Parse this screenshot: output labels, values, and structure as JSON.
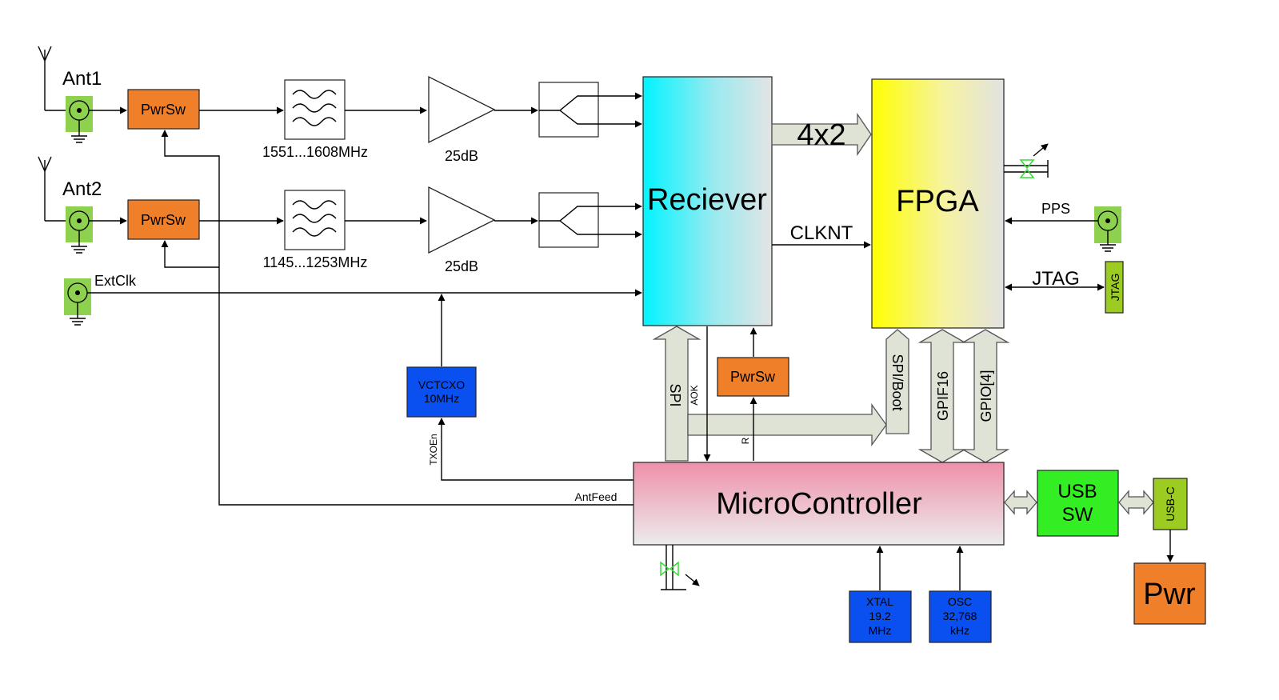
{
  "blocks": {
    "receiver": "Reciever",
    "fpga": "FPGA",
    "microcontroller": "MicroController",
    "usb_sw_line1": "USB",
    "usb_sw_line2": "SW",
    "pwr": "Pwr",
    "pwrsw": "PwrSw",
    "vctcxo_line1": "VCTCXO",
    "vctcxo_line2": "10MHz",
    "xtal_line1": "XTAL",
    "xtal_line2": "19.2",
    "xtal_line3": "MHz",
    "osc_line1": "OSC",
    "osc_line2": "32,768",
    "osc_line3": "kHz",
    "jtag_conn": "JTAG",
    "usbc_conn": "USB-C"
  },
  "labels": {
    "ant1": "Ant1",
    "ant2": "Ant2",
    "extclk": "ExtClk",
    "filter1": "1551...1608MHz",
    "filter2": "1145...1253MHz",
    "gain1": "25dB",
    "gain2": "25dB",
    "bus_4x2": "4x2",
    "clknt": "CLKNT",
    "pps": "PPS",
    "jtag": "JTAG",
    "spi": "SPI",
    "aok": "AOK",
    "rst": "R",
    "spi_boot": "SPI/Boot",
    "gpif16": "GPIF16",
    "gpio4": "GPIO[4]",
    "txoen": "TXOEn",
    "antfeed": "AntFeed"
  },
  "colors": {
    "orange": "#f07f2a",
    "blue": "#0a4ff0",
    "green_block": "#33ee22",
    "green_conn": "#8ed14f",
    "jtag_yellowgreen": "#9ccc22",
    "receiver_cyan": "#00f4ff",
    "fpga_yellow": "#ffff00",
    "mcu_pink": "#ee90aa",
    "bus_fill": "#dfe3d6",
    "led_green": "#33dd33"
  }
}
